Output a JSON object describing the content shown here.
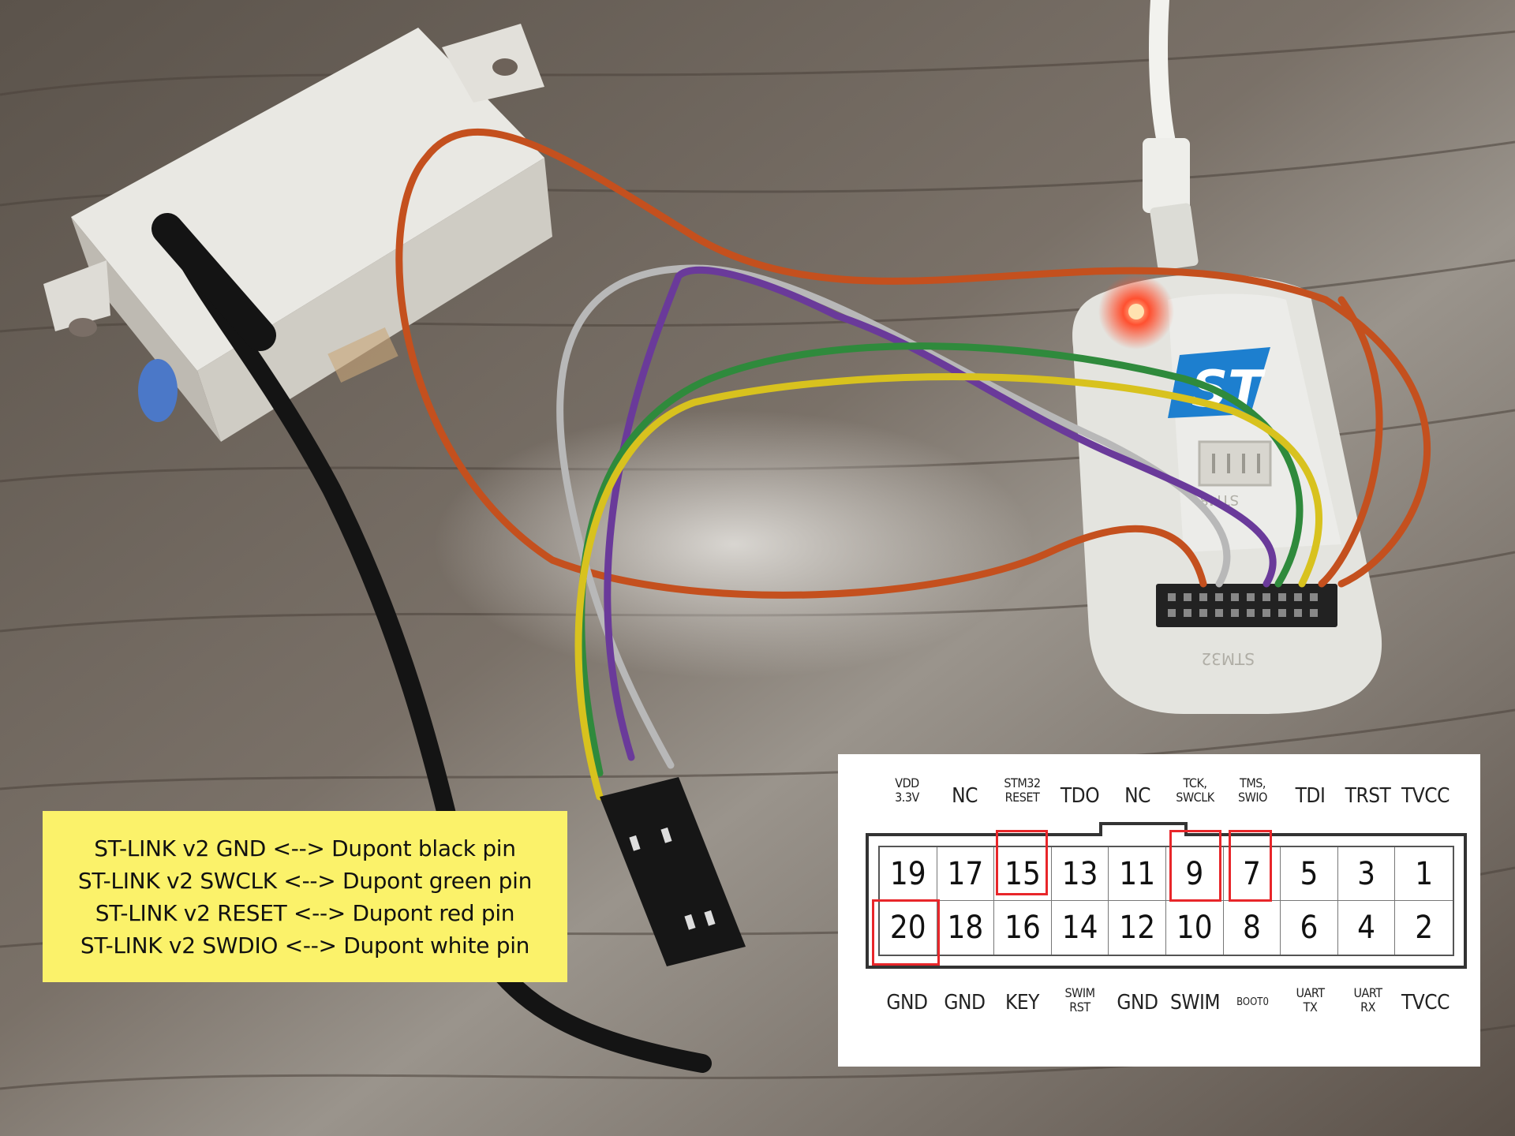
{
  "caption": {
    "lines": [
      "ST-LINK v2 GND <--> Dupont black pin",
      "ST-LINK v2 SWCLK <--> Dupont green pin",
      "ST-LINK v2 RESET <--> Dupont red pin",
      "ST-LINK v2 SWDIO <--> Dupont white pin"
    ]
  },
  "device": {
    "logo_text": "ST",
    "label_top": "STM8",
    "label_bottom": "STM32"
  },
  "pinout": {
    "top_labels": [
      {
        "l1": "VDD",
        "l2": "3.3V"
      },
      {
        "l1": "NC",
        "l2": ""
      },
      {
        "l1": "STM32",
        "l2": "RESET"
      },
      {
        "l1": "TDO",
        "l2": ""
      },
      {
        "l1": "NC",
        "l2": ""
      },
      {
        "l1": "TCK,",
        "l2": "SWCLK"
      },
      {
        "l1": "TMS,",
        "l2": "SWIO"
      },
      {
        "l1": "TDI",
        "l2": ""
      },
      {
        "l1": "TRST",
        "l2": ""
      },
      {
        "l1": "TVCC",
        "l2": ""
      }
    ],
    "top_row": [
      "19",
      "17",
      "15",
      "13",
      "11",
      "9",
      "7",
      "5",
      "3",
      "1"
    ],
    "bottom_row": [
      "20",
      "18",
      "16",
      "14",
      "12",
      "10",
      "8",
      "6",
      "4",
      "2"
    ],
    "bottom_labels": [
      {
        "l1": "GND",
        "l2": ""
      },
      {
        "l1": "GND",
        "l2": ""
      },
      {
        "l1": "KEY",
        "l2": ""
      },
      {
        "l1": "SWIM",
        "l2": "RST"
      },
      {
        "l1": "GND",
        "l2": ""
      },
      {
        "l1": "SWIM",
        "l2": ""
      },
      {
        "l1": "BOOT0",
        "l2": ""
      },
      {
        "l1": "UART",
        "l2": "TX"
      },
      {
        "l1": "UART",
        "l2": "RX"
      },
      {
        "l1": "TVCC",
        "l2": ""
      }
    ],
    "highlighted_pins": [
      "15",
      "9",
      "7",
      "20"
    ],
    "highlight_color": "#e8262a"
  },
  "colors": {
    "caption_bg": "#fbf26a",
    "table_wood": "#6b6258",
    "wire_orange": "#c4501e",
    "wire_purple": "#6a3a9a",
    "wire_green": "#2f8a3c",
    "wire_yellow": "#d8c21e",
    "wire_grey": "#b8b8b8",
    "wire_black": "#141414",
    "st_blue": "#1d7fcf",
    "led_red": "#ff5030"
  }
}
